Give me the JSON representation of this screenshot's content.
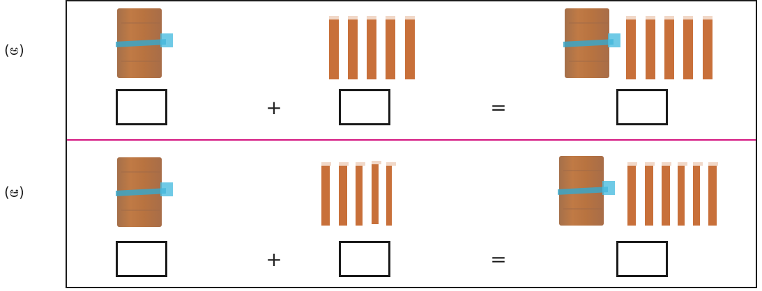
{
  "rows": [
    {
      "label": "(ಅ)",
      "tens_left": 1,
      "ones_middle": 5,
      "tens_right": 1,
      "ones_right": 5
    },
    {
      "label": "(ಆ)",
      "tens_left": 1,
      "ones_middle": 5,
      "tens_right": 1,
      "ones_right": 6
    }
  ],
  "symbols": {
    "plus": "+",
    "equals": "="
  },
  "colors": {
    "frame": "#1a1a1a",
    "divider": "#d4147f",
    "stick": "#c8703a",
    "band": "#3ba6c7"
  }
}
